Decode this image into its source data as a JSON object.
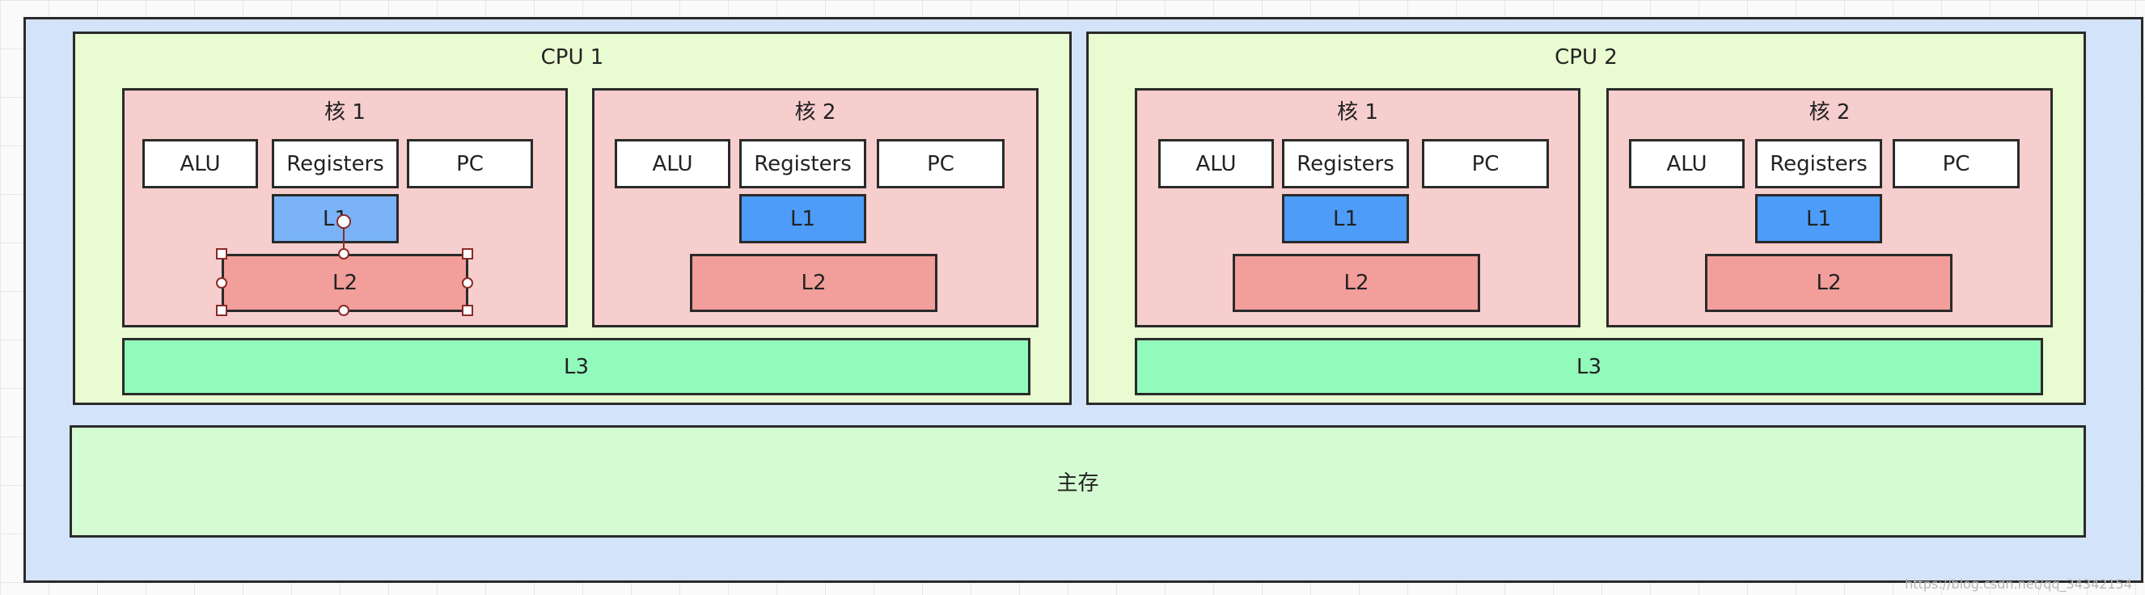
{
  "outer": {},
  "cpus": [
    {
      "label": "CPU 1",
      "cores": [
        {
          "label": "核 1",
          "alu": "ALU",
          "registers": "Registers",
          "pc": "PC",
          "l1": "L1",
          "l2": "L2"
        },
        {
          "label": "核 2",
          "alu": "ALU",
          "registers": "Registers",
          "pc": "PC",
          "l1": "L1",
          "l2": "L2"
        }
      ],
      "l3": "L3"
    },
    {
      "label": "CPU 2",
      "cores": [
        {
          "label": "核 1",
          "alu": "ALU",
          "registers": "Registers",
          "pc": "PC",
          "l1": "L1",
          "l2": "L2"
        },
        {
          "label": "核 2",
          "alu": "ALU",
          "registers": "Registers",
          "pc": "PC",
          "l1": "L1",
          "l2": "L2"
        }
      ],
      "l3": "L3"
    }
  ],
  "memory": {
    "label": "主存"
  },
  "watermark": "https://blog.csdn.net/qq_34342154",
  "colors": {
    "outer_bg": "#d3e4fa",
    "cpu_bg": "#e9fbd0",
    "core_bg": "#f6cecd",
    "l1": "#4d9cf7",
    "l2": "#f29e9a",
    "l3": "#92fbbc",
    "memory_bg": "#d5fbd2"
  }
}
